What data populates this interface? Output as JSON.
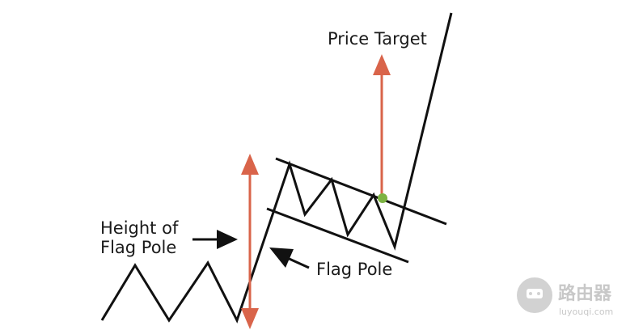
{
  "labels": {
    "price_target": "Price Target",
    "height_line1": "Height of",
    "height_line2": "Flag Pole",
    "flag_pole": "Flag Pole"
  },
  "watermark": {
    "cn": "路由器",
    "domain": "luyouqi.com"
  },
  "colors": {
    "arrow_red": "#d9644a",
    "line_black": "#111111",
    "breakout_dot": "#7cb342",
    "watermark": "#c8c8c8"
  }
}
